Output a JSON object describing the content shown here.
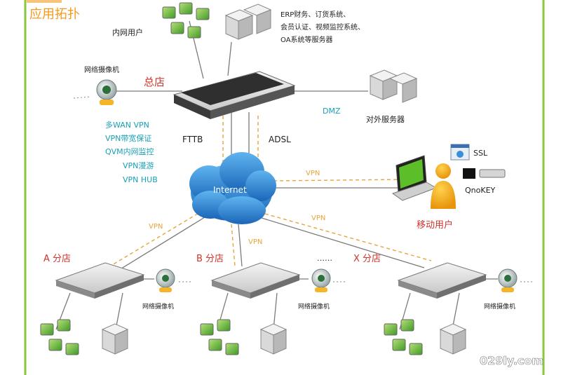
{
  "title": "应用拓扑",
  "nodes": {
    "internal_users": "内网用户",
    "erp_lines": [
      "ERP财务、订货系统、",
      "会员认证、视频监控系统、",
      "OA系统等服务器"
    ],
    "camera_hq": "网络摄像机",
    "hq": "总店",
    "dmz": "DMZ",
    "external_servers": "对外服务器",
    "fttb": "FTTB",
    "adsl": "ADSL",
    "features": [
      "多WAN VPN",
      "VPN带宽保证",
      "QVM内网监控",
      "VPN漫游",
      "VPN HUB"
    ],
    "internet": "Internet",
    "ssl": "SSL",
    "qnokey": "QnoKEY",
    "mobile_users": "移动用户",
    "branch_a": "A 分店",
    "branch_b": "B 分店",
    "branch_x": "X 分店",
    "camera_a": "网络摄像机",
    "camera_b": "网络摄像机",
    "camera_x": "网络摄像机",
    "dots": "……"
  },
  "vpn_label": "VPN",
  "watermark": "029ly.com",
  "colors": {
    "frame_green": "#8cc63f",
    "title_orange": "#f39a1e",
    "red_label": "#d0332b",
    "teal_text": "#1aa0b4",
    "vpn_orange": "#e8a33a",
    "cloud_blue": "#1e78c8"
  }
}
